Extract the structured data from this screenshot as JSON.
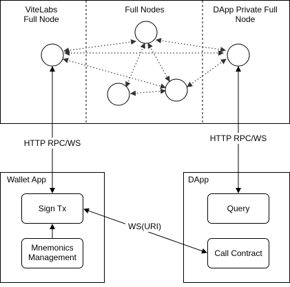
{
  "network": {
    "vitelabs_title_line1": "ViteLabs",
    "vitelabs_title_line2": "Full Node",
    "full_nodes_title": "Full Nodes",
    "dapp_node_title_line1": "DApp Private Full",
    "dapp_node_title_line2": "Node"
  },
  "connections": {
    "left_http_label": "HTTP RPC/WS",
    "right_http_label": "HTTP RPC/WS",
    "ws_uri_label": "WS(URI)"
  },
  "wallet_app": {
    "title": "Wallet App",
    "sign_tx_label": "Sign Tx",
    "mnemonics_line1": "Mnemonics",
    "mnemonics_line2": "Management"
  },
  "dapp": {
    "title": "DApp",
    "query_label": "Query",
    "call_contract_label": "Call Contract"
  },
  "colors": {
    "stroke": "#000000",
    "fill": "#ffffff",
    "dotted_edge": "#8c8c8c"
  }
}
